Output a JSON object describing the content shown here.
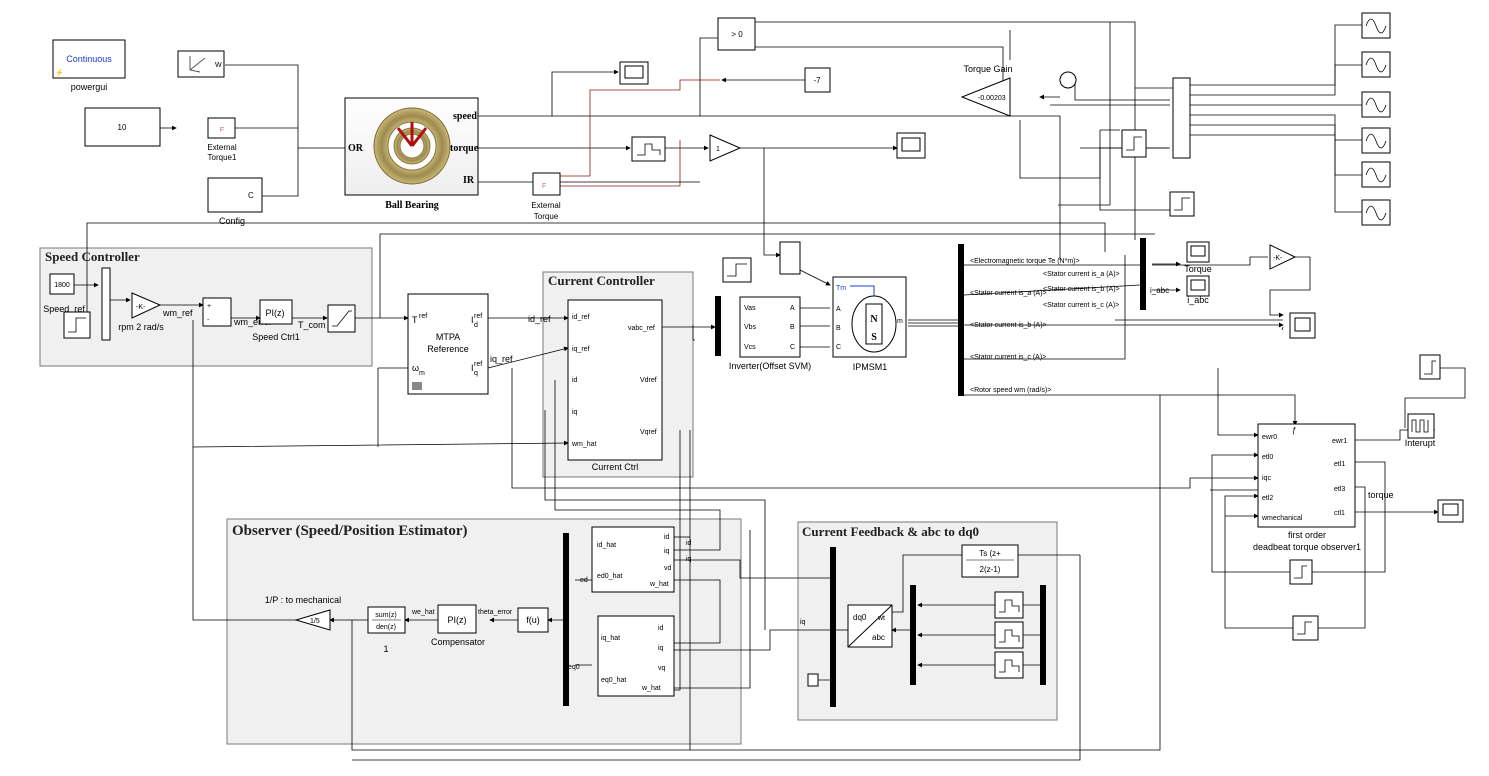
{
  "powergui": {
    "mode": "Continuous",
    "label": "powergui"
  },
  "blocks": {
    "const10": "10",
    "ext_torque1": "External\nTorque1",
    "config_c": "C",
    "config": "Config",
    "ball_bearing": "Ball Bearing",
    "port_speed": "speed",
    "port_torque": "torque",
    "port_ir": "IR",
    "port_or": "OR",
    "ext_torque": "External\nTorque",
    "const_neg7": "-7",
    "gain1": "1",
    "switch": "> 0",
    "torque_gain_label": "Torque Gain",
    "torque_gain_value": "-0.00203",
    "w_label": "W"
  },
  "speed_controller": {
    "title": "Speed Controller",
    "speed_ref_value": "1800",
    "speed_ref_label": "Speed_ref",
    "rpm_gain": "-K-",
    "rpm_label": "rpm 2 rad/s",
    "wm_ref": "wm_ref",
    "wm_error": "wm_error",
    "pi": "PI(z)",
    "pi_label": "Speed Ctrl1",
    "t_com": "T_com"
  },
  "mtpa": {
    "title": "MTPA\nReference",
    "t_ref": "T",
    "id": "I",
    "iq": "I",
    "wm": "ω",
    "sup_ref": "ref",
    "sub_d": "d",
    "sub_q": "q",
    "sub_m": "m"
  },
  "signals": {
    "id_ref": "id_ref",
    "iq_ref": "iq_ref"
  },
  "current_controller": {
    "title": "Current Controller",
    "block_label": "Current Ctrl",
    "in": [
      "id_ref",
      "iq_ref",
      "id",
      "iq",
      "wm_hat"
    ],
    "out": [
      "vabc_ref",
      "Vdref",
      "Vqref"
    ]
  },
  "inverter": {
    "label": "Inverter(Offset SVM)",
    "in": [
      "Vas",
      "Vbs",
      "Vcs"
    ],
    "out": [
      "A",
      "B",
      "C"
    ]
  },
  "ipmsm": {
    "label": "IPMSM1",
    "tm": "Tm",
    "ports": [
      "A",
      "B",
      "C"
    ],
    "m": "m",
    "n": "N",
    "s": "S"
  },
  "bus_selector": {
    "signals": [
      "<Electromagnetic torque Te (N*m)>",
      "<Stator current is_a (A)>",
      "<Stator current is_b (A)>",
      "<Stator current is_c (A)>",
      "<Rotor speed wm (rad/s)>"
    ],
    "mux_signals": [
      "<Stator current is_a (A)>",
      "<Stator current is_b (A)>",
      "<Stator current is_c (A)>"
    ],
    "i_abc": "i_abc"
  },
  "scopes": {
    "torque": "Torque",
    "i_abc": "i_abc"
  },
  "gain_k": "-K-",
  "interupt": "Interupt",
  "deadbeat": {
    "label": "first order\ndeadbeat torque observer1",
    "in": [
      "ewr0",
      "etl0",
      "iqc",
      "etl2",
      "wmechanical"
    ],
    "out": [
      "ewr1",
      "etl1",
      "etl3",
      "ctl1"
    ],
    "torque": "torque"
  },
  "observer": {
    "title": "Observer (Speed/Position Estimator)",
    "block1_in": [
      "id_hat",
      "ed0_hat"
    ],
    "block1_out": [
      "id",
      "iq",
      "vd",
      "w_hat"
    ],
    "block2_in": [
      "iq_hat",
      "eq0_hat"
    ],
    "block2_out": [
      "id",
      "iq",
      "vq",
      "w_hat"
    ],
    "ed": "ed",
    "eq0": "eq0",
    "id": "id",
    "iq": "iq",
    "fu": "f(u)",
    "theta_error": "theta_error",
    "compensator": "PI(z)",
    "compensator_label": "Compensator",
    "we_hat": "we_hat",
    "tf_num": "sum(z)",
    "tf_den": "den(z)",
    "tf_label": "1",
    "gain": "1/5",
    "gain_label": "1/P : to mechanical"
  },
  "current_feedback": {
    "title": "Current Feedback & abc to dq0",
    "integrator_num": "Ts (z+",
    "integrator_den": "2(z-1)",
    "dq0": "dq0",
    "abc": "abc",
    "wt": "wt",
    "iq": "iq"
  }
}
